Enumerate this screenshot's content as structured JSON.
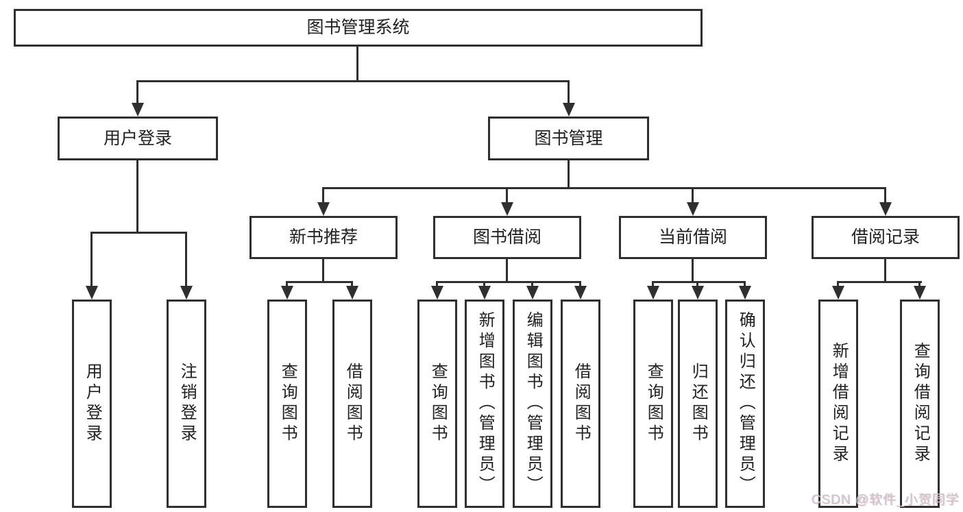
{
  "diagram_type": "hierarchy-tree",
  "colors": {
    "line": "#2f2f2f",
    "node_border": "#2f2f2f",
    "node_text": "#212121",
    "background": "#ffffff",
    "watermark_text": "#c9c9c9"
  },
  "tree": {
    "label": "图书管理系统",
    "children": [
      {
        "label": "用户登录",
        "children": [
          {
            "label": "用户登录"
          },
          {
            "label": "注销登录"
          }
        ]
      },
      {
        "label": "图书管理",
        "children": [
          {
            "label": "新书推荐",
            "children": [
              {
                "label": "查询图书"
              },
              {
                "label": "借阅图书"
              }
            ]
          },
          {
            "label": "图书借阅",
            "children": [
              {
                "label": "查询图书"
              },
              {
                "label": "新增图书（管理员）"
              },
              {
                "label": "编辑图书（管理员）"
              },
              {
                "label": "借阅图书"
              }
            ]
          },
          {
            "label": "当前借阅",
            "children": [
              {
                "label": "查询图书"
              },
              {
                "label": "归还图书"
              },
              {
                "label": "确认归还（管理员）"
              }
            ]
          },
          {
            "label": "借阅记录",
            "children": [
              {
                "label": "新增借阅记录"
              },
              {
                "label": "查询借阅记录"
              }
            ]
          }
        ]
      }
    ]
  },
  "watermark": {
    "text": "CSDN @软件_小贺同学"
  }
}
